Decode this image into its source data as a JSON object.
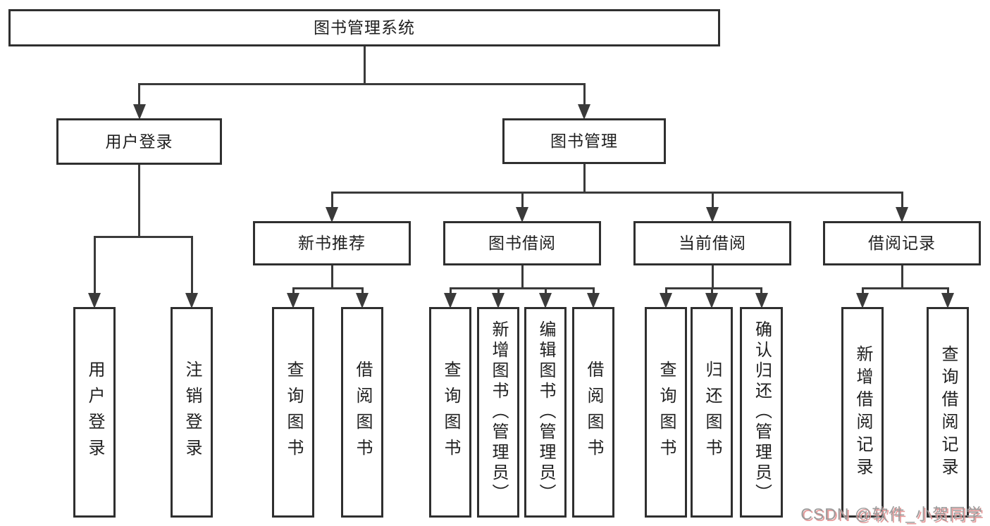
{
  "diagram": {
    "title": "图书管理系统",
    "nodes": [
      {
        "id": "root",
        "label": "图书管理系统",
        "text_direction": "horizontal"
      },
      {
        "id": "user-login",
        "label": "用户登录",
        "text_direction": "horizontal"
      },
      {
        "id": "book-mgmt",
        "label": "图书管理",
        "text_direction": "horizontal"
      },
      {
        "id": "new-book-rec",
        "label": "新书推荐",
        "text_direction": "horizontal"
      },
      {
        "id": "book-borrow",
        "label": "图书借阅",
        "text_direction": "horizontal"
      },
      {
        "id": "current-borrow",
        "label": "当前借阅",
        "text_direction": "horizontal"
      },
      {
        "id": "borrow-record",
        "label": "借阅记录",
        "text_direction": "horizontal"
      },
      {
        "id": "leaf-user-login",
        "label": "用户登录",
        "text_direction": "vertical"
      },
      {
        "id": "leaf-logout",
        "label": "注销登录",
        "text_direction": "vertical"
      },
      {
        "id": "nbr-query-book",
        "label": "查询图书",
        "text_direction": "vertical"
      },
      {
        "id": "nbr-borrow-book",
        "label": "借阅图书",
        "text_direction": "vertical"
      },
      {
        "id": "bb-query-book",
        "label": "查询图书",
        "text_direction": "vertical"
      },
      {
        "id": "bb-add-book",
        "label": "新增图书（管理员）",
        "text_direction": "vertical"
      },
      {
        "id": "bb-edit-book",
        "label": "编辑图书（管理员）",
        "text_direction": "vertical"
      },
      {
        "id": "bb-borrow-book",
        "label": "借阅图书",
        "text_direction": "vertical"
      },
      {
        "id": "cb-query-book",
        "label": "查询图书",
        "text_direction": "vertical"
      },
      {
        "id": "cb-return-book",
        "label": "归还图书",
        "text_direction": "vertical"
      },
      {
        "id": "cb-confirm-return",
        "label": "确认归还（管理员）",
        "text_direction": "vertical"
      },
      {
        "id": "br-add-record",
        "label": "新增借阅记录",
        "text_direction": "vertical"
      },
      {
        "id": "br-query-record",
        "label": "查询借阅记录",
        "text_direction": "vertical"
      }
    ],
    "edges": [
      {
        "from": "root",
        "to": [
          "user-login",
          "book-mgmt"
        ]
      },
      {
        "from": "user-login",
        "to": [
          "leaf-user-login",
          "leaf-logout"
        ]
      },
      {
        "from": "book-mgmt",
        "to": [
          "new-book-rec",
          "book-borrow",
          "current-borrow",
          "borrow-record"
        ]
      },
      {
        "from": "new-book-rec",
        "to": [
          "nbr-query-book",
          "nbr-borrow-book"
        ]
      },
      {
        "from": "book-borrow",
        "to": [
          "bb-query-book",
          "bb-add-book",
          "bb-edit-book",
          "bb-borrow-book"
        ]
      },
      {
        "from": "current-borrow",
        "to": [
          "cb-query-book",
          "cb-return-book",
          "cb-confirm-return"
        ]
      },
      {
        "from": "borrow-record",
        "to": [
          "br-add-record",
          "br-query-record"
        ]
      }
    ]
  },
  "watermark": {
    "text": "CSDN @软件_小贺同学"
  },
  "colors": {
    "line": "#3a3a3a",
    "box_border": "#2f2f2f",
    "text": "#1f1f1f",
    "background": "#ffffff",
    "watermark_text": "#9b9b9b",
    "watermark_shadow": "#e59a9a"
  }
}
